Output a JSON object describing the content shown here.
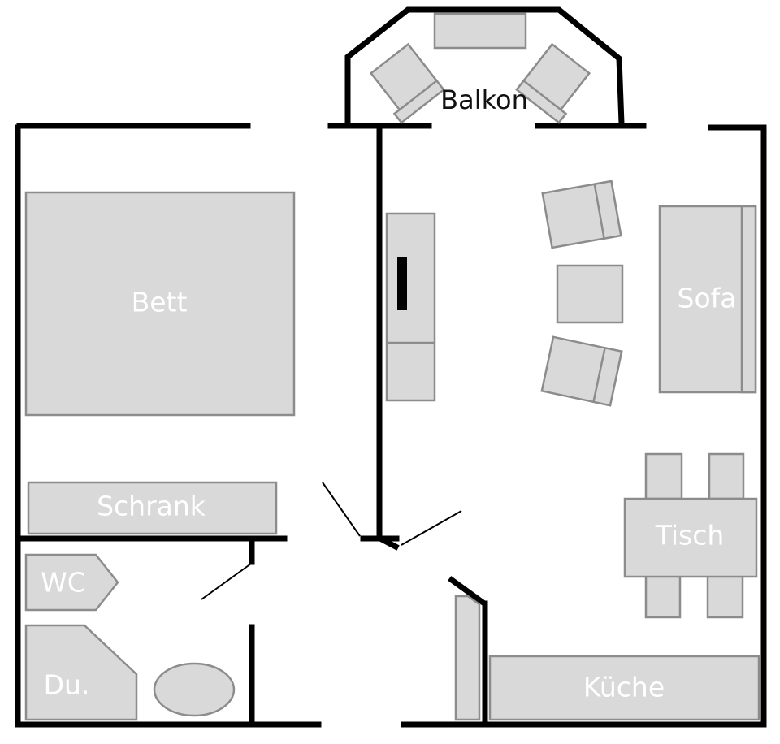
{
  "rooms": {
    "balcony": "Balkon",
    "bed": "Bett",
    "wardrobe": "Schrank",
    "toilet": "WC",
    "shower": "Du.",
    "sofa": "Sofa",
    "table": "Tisch",
    "kitchen": "Küche"
  },
  "colors": {
    "wall": "#000000",
    "furniture_fill": "#d9d9d9",
    "furniture_stroke": "#8c8c8c",
    "label_on_furniture": "#ffffff",
    "label_on_floor": "#111111"
  }
}
